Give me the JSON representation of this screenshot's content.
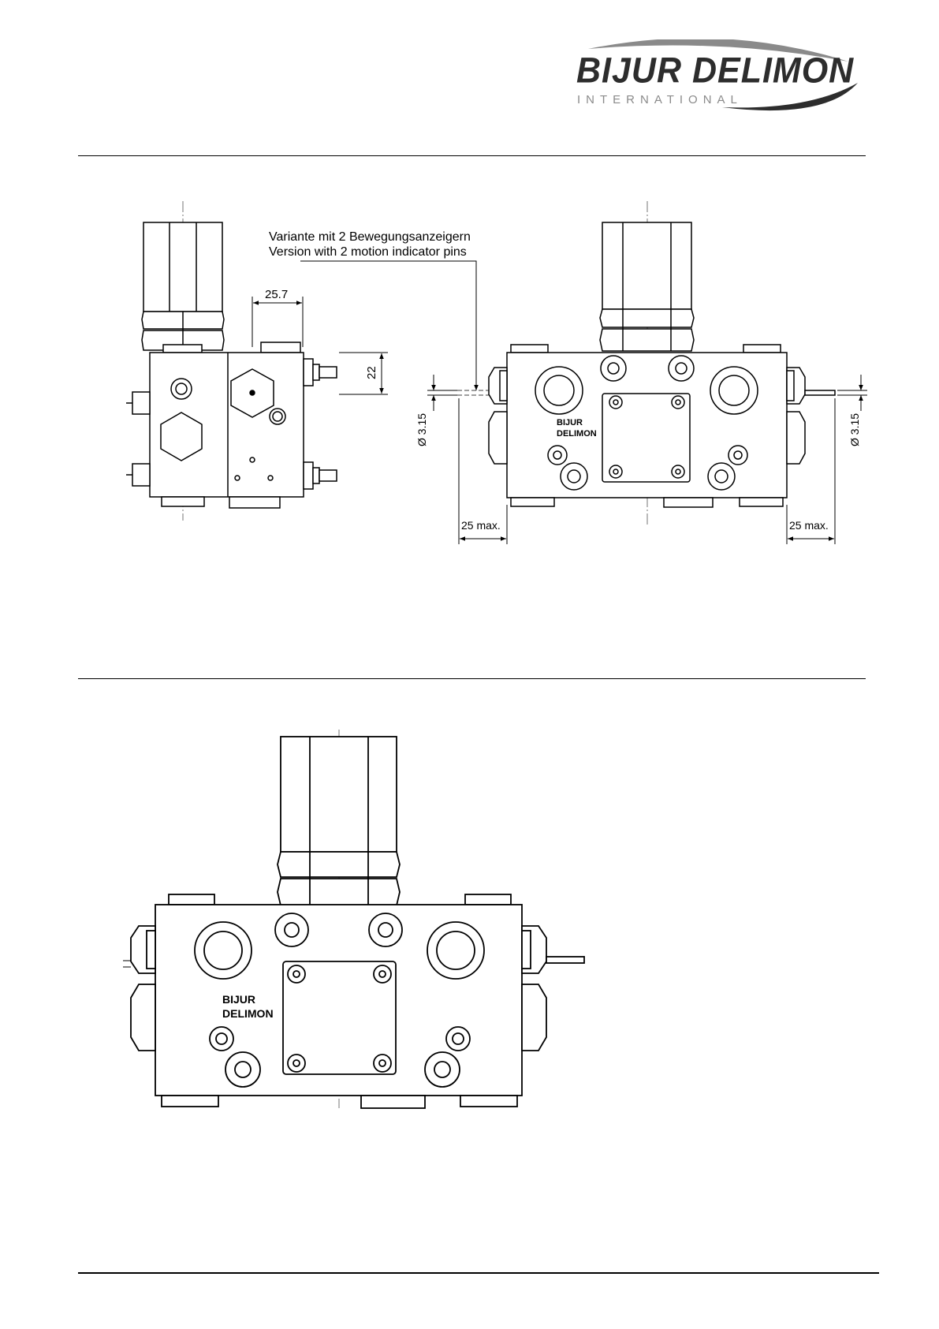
{
  "logo": {
    "name": "BIJUR DELIMON",
    "subtitle": "INTERNATIONAL"
  },
  "colors": {
    "line": "#000000",
    "center_line": "#555555",
    "logo_dark": "#2d2d2d",
    "logo_grey": "#8a8a8a"
  },
  "top_drawing": {
    "variant_note": {
      "line1": "Variante mit 2 Bewegungsanzeigern",
      "line2": "Version with 2 motion indicator pins"
    },
    "dimensions": {
      "width_side": "25.7",
      "height_side": "22",
      "pin_diameter_left": "Ø 3.15",
      "pin_diameter_right": "Ø 3.15",
      "max_left": "25 max.",
      "max_right": "25 max."
    },
    "block_brand": {
      "line1": "BIJUR",
      "line2": "DELIMON"
    }
  },
  "bottom_drawing": {
    "block_brand": {
      "line1": "BIJUR",
      "line2": "DELIMON"
    }
  }
}
